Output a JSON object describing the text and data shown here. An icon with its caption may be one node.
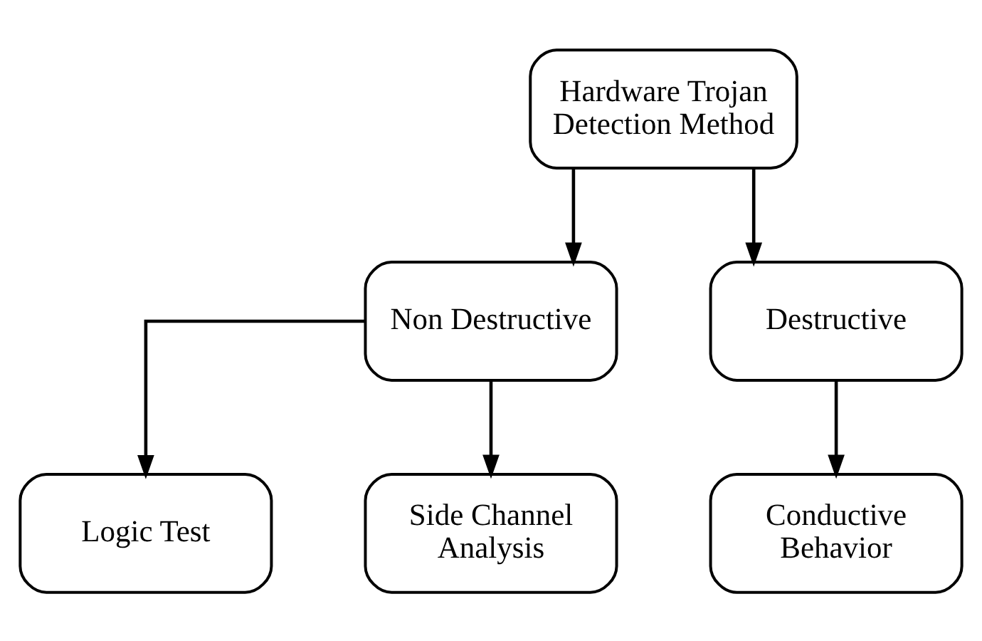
{
  "diagram": {
    "nodes": [
      {
        "text": [
          "Hardware Trojan Detection Method"
        ]
      },
      {
        "text": [
          "Non Destructive"
        ]
      },
      {
        "text": [
          "Destructive"
        ]
      },
      {
        "text": [
          "Logic Test"
        ]
      },
      {
        "text": [
          "Side Channel Analysis"
        ]
      },
      {
        "text": [
          "Conductive Behavior"
        ]
      }
    ],
    "edges": [
      {
        "from": 0,
        "to": 1,
        "arrow": "to"
      },
      {
        "from": 0,
        "to": 2,
        "arrow": "to"
      },
      {
        "from": 1,
        "to": 3,
        "arrow": "to"
      },
      {
        "from": 1,
        "to": 4,
        "arrow": "to"
      },
      {
        "from": 2,
        "to": 5,
        "arrow": "to"
      }
    ]
  }
}
